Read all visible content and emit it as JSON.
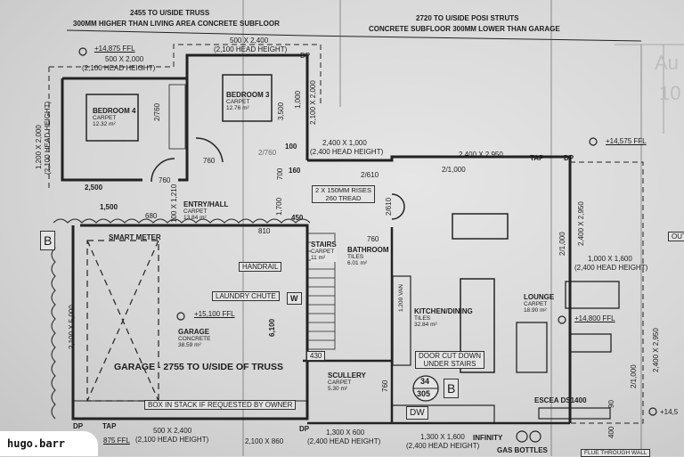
{
  "notes": {
    "top_left_1": "2455 TO U/SIDE TRUSS",
    "top_left_2": "300MM HIGHER THAN LIVING AREA CONCRETE SUBFLOOR",
    "top_right_1": "2720 TO U/SIDE POSI STRUTS",
    "top_right_2": "CONCRETE SUBFLOOR 300MM LOWER THAN GARAGE",
    "garage_truss": "GARAGE - 2755 TO U/SIDE OF TRUSS",
    "box_in_stack": "BOX IN STACK IF REQUESTED BY OWNER",
    "door_cut_1": "DOOR CUT DOWN",
    "door_cut_2": "UNDER STAIRS",
    "rises_1": "2 X 150MM RISES",
    "rises_2": "260 TREAD",
    "smart_meter": "SMART METER",
    "handrail": "HANDRAIL",
    "laundry_chute": "LAUNDRY CHUTE",
    "escea": "ESCEA DS1400",
    "infinity": "INFINITY",
    "gas_bottles": "GAS BOTTLES",
    "flue": "FLUE THROUGH WALL",
    "outdoor": "OUTI"
  },
  "rooms": [
    {
      "name": "BEDROOM 4",
      "finish": "CARPET",
      "area": "12.32 m²"
    },
    {
      "name": "BEDROOM 3",
      "finish": "CARPET",
      "area": "12.76 m²"
    },
    {
      "name": "ENTRY/HALL",
      "finish": "CARPET",
      "area": "13.84 m²"
    },
    {
      "name": "STAIRS",
      "finish": "CARPET",
      "area": "11 m²"
    },
    {
      "name": "BATHROOM",
      "finish": "TILES",
      "area": "6.01 m²"
    },
    {
      "name": "KITCHEN/DINING",
      "finish": "TILES",
      "area": "32.84 m²"
    },
    {
      "name": "LOUNGE",
      "finish": "CARPET",
      "area": "18.90 m²"
    },
    {
      "name": "GARAGE",
      "finish": "CONCRETE",
      "area": "38.59 m²"
    },
    {
      "name": "SCULLERY",
      "finish": "CARPET",
      "area": "5.30 m²"
    }
  ],
  "levels": {
    "bedrooms": "+14,875 FFL",
    "deck": "+14,575 FFL",
    "lounge": "+14,800 FFL",
    "garage": "+15,100 FFL",
    "bottom_left": "875 FFL",
    "right_edge": "+14,5"
  },
  "dims": {
    "w_500x2000": "500 X 2,000",
    "w_500x2400_top": "500 X 2,400",
    "hh_2100_a": "(2,100 HEAD HEIGHT)",
    "hh_2100_b": "(2,100 HEAD HEIGHT)",
    "w_1200x2000": "1,200 X 2,000",
    "hh_2100_c": "(2,100 HEAD HEIGHT)",
    "d_2_760_a": "2/760",
    "d_3500": "3,500",
    "d_1000": "1,000",
    "w_2100x2000": "2,100 X 2,000",
    "d_760_a": "760",
    "d_760_b": "760",
    "d_2_760_b": "2/760",
    "d_2500": "2,500",
    "d_1500": "1,500",
    "d_680": "680",
    "d_100x1210": "100 X 1,210",
    "d_100": "100",
    "d_700": "700",
    "d_160": "160",
    "d_1700": "1,700",
    "d_450": "450",
    "w_2400x1000": "2,400 X 1,000",
    "hh_2400_a": "(2,400 HEAD HEIGHT)",
    "w_2400x2950_top": "2,400 X 2,950",
    "tap_top": "TAP",
    "dp_top": "DP",
    "dp_bed3": "DP",
    "d_2_1000_top": "2/1,000",
    "d_2_610_a": "2/610",
    "d_2_610_b": "2/610",
    "w_2400x2950_right": "2,400 X 2,950",
    "d_2_1000_r1": "2/1,000",
    "w_1000x1600": "1,000 X 1,600",
    "hh_2400_b": "(2,400 HEAD HEIGHT)",
    "d_810": "810",
    "d_760_bath": "760",
    "van": "1,200 VAN",
    "d_6100": "6,100",
    "w_2100x5000": "2,100 X 5,000",
    "w_2400x2950_r2": "2,400 X 2,950",
    "d_2_1000_r2": "2/1,000",
    "d_430": "430",
    "d_760_scull": "760",
    "stair_top": "34",
    "stair_bottom": "305",
    "dw": "DW",
    "w_label": "W",
    "b_tag_left": "B",
    "b_tag_kitchen": "B",
    "dp_bl": "DP",
    "tap_bl": "TAP",
    "w_500x2400_bot": "500 X 2,400",
    "hh_2100_d": "(2,100 HEAD HEIGHT)",
    "w_2100x860": "2,100 X 860",
    "dp_bm": "DP",
    "w_1300x600": "1,300 X 600",
    "hh_2400_c": "(2,400 HEAD HEIGHT)",
    "w_1300x1600": "1,300 X 1,600",
    "hh_2400_d": "(2,400 HEAD HEIGHT)",
    "d_400": "400",
    "d_90": "90"
  },
  "ghost_text": {
    "line1": "Au",
    "line2": "10"
  },
  "watermark": "hugo.barr"
}
